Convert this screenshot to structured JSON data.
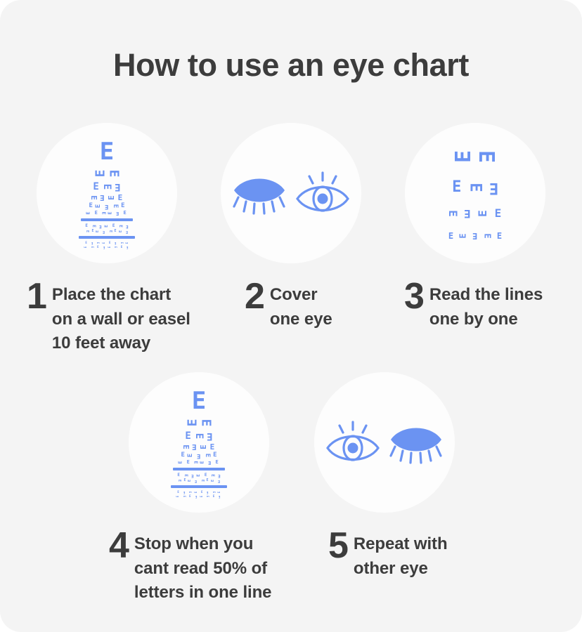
{
  "page": {
    "title": "How to use an eye chart",
    "background_color": "#f4f4f4",
    "circle_color": "#fdfdfd",
    "accent_color": "#6b93f2",
    "text_color": "#3c3c3c"
  },
  "steps": [
    {
      "number": "1",
      "text": "Place the chart\non a wall or easel\n10 feet away",
      "icon": "eye-chart-full"
    },
    {
      "number": "2",
      "text": "Cover\none eye",
      "icon": "closed-eye-open-eye"
    },
    {
      "number": "3",
      "text": "Read the lines\none by one",
      "icon": "eye-chart-zoomed"
    },
    {
      "number": "4",
      "text": "Stop when you\ncant read 50% of\nletters in one line",
      "icon": "eye-chart-full"
    },
    {
      "number": "5",
      "text": "Repeat with\nother eye",
      "icon": "open-eye-closed-eye"
    }
  ],
  "chart_rows": {
    "full": [
      {
        "letters": [
          "E"
        ],
        "size": 34,
        "gap": 6,
        "rotations": [
          0
        ]
      },
      {
        "letters": [
          "E",
          "E"
        ],
        "size": 18,
        "gap": 7,
        "rotations": [
          270,
          90
        ]
      },
      {
        "letters": [
          "E",
          "E",
          "E"
        ],
        "size": 14,
        "gap": 7,
        "rotations": [
          0,
          90,
          180
        ]
      },
      {
        "letters": [
          "E",
          "E",
          "E",
          "E"
        ],
        "size": 11,
        "gap": 6,
        "rotations": [
          90,
          180,
          270,
          0
        ]
      },
      {
        "letters": [
          "E",
          "E",
          "E",
          "E",
          "E"
        ],
        "size": 9,
        "gap": 6,
        "rotations": [
          0,
          270,
          180,
          90,
          0
        ]
      },
      {
        "letters": [
          "E",
          "E",
          "E",
          "E",
          "E",
          "E"
        ],
        "size": 7,
        "gap": 6,
        "rotations": [
          270,
          0,
          90,
          270,
          180,
          0
        ]
      },
      {
        "bar": true,
        "width": 74,
        "height": 4
      },
      {
        "letters": [
          "E",
          "E",
          "E",
          "E",
          "E",
          "E",
          "E"
        ],
        "size": 6,
        "gap": 6,
        "rotations": [
          0,
          90,
          180,
          270,
          0,
          90,
          180
        ]
      },
      {
        "letters": [
          "E",
          "E",
          "E",
          "E",
          "E",
          "E",
          "E",
          "E"
        ],
        "size": 5,
        "gap": 5,
        "rotations": [
          90,
          0,
          270,
          180,
          90,
          0,
          270,
          180
        ]
      },
      {
        "bar": true,
        "width": 80,
        "height": 4
      },
      {
        "letters": [
          "E",
          "E",
          "E",
          "E",
          "E",
          "E",
          "E",
          "E"
        ],
        "size": 4,
        "gap": 6,
        "rotations": [
          0,
          180,
          90,
          270,
          0,
          180,
          90,
          270
        ]
      },
      {
        "letters": [
          "E",
          "E",
          "E",
          "E",
          "E",
          "E",
          "E",
          "E"
        ],
        "size": 4,
        "gap": 6,
        "rotations": [
          270,
          90,
          0,
          180,
          270,
          90,
          0,
          180
        ]
      }
    ],
    "zoomed": [
      {
        "letters": [
          "E",
          "E"
        ],
        "size": 30,
        "gap": 13,
        "rotations": [
          270,
          90
        ]
      },
      {
        "letters": [
          "E",
          "E",
          "E"
        ],
        "size": 22,
        "gap": 13,
        "rotations": [
          0,
          90,
          180
        ]
      },
      {
        "letters": [
          "E",
          "E",
          "E",
          "E"
        ],
        "size": 16,
        "gap": 12,
        "rotations": [
          90,
          180,
          270,
          0
        ]
      },
      {
        "letters": [
          "E",
          "E",
          "E",
          "E",
          "E"
        ],
        "size": 12,
        "gap": 10,
        "rotations": [
          0,
          270,
          180,
          90,
          0
        ]
      }
    ]
  }
}
